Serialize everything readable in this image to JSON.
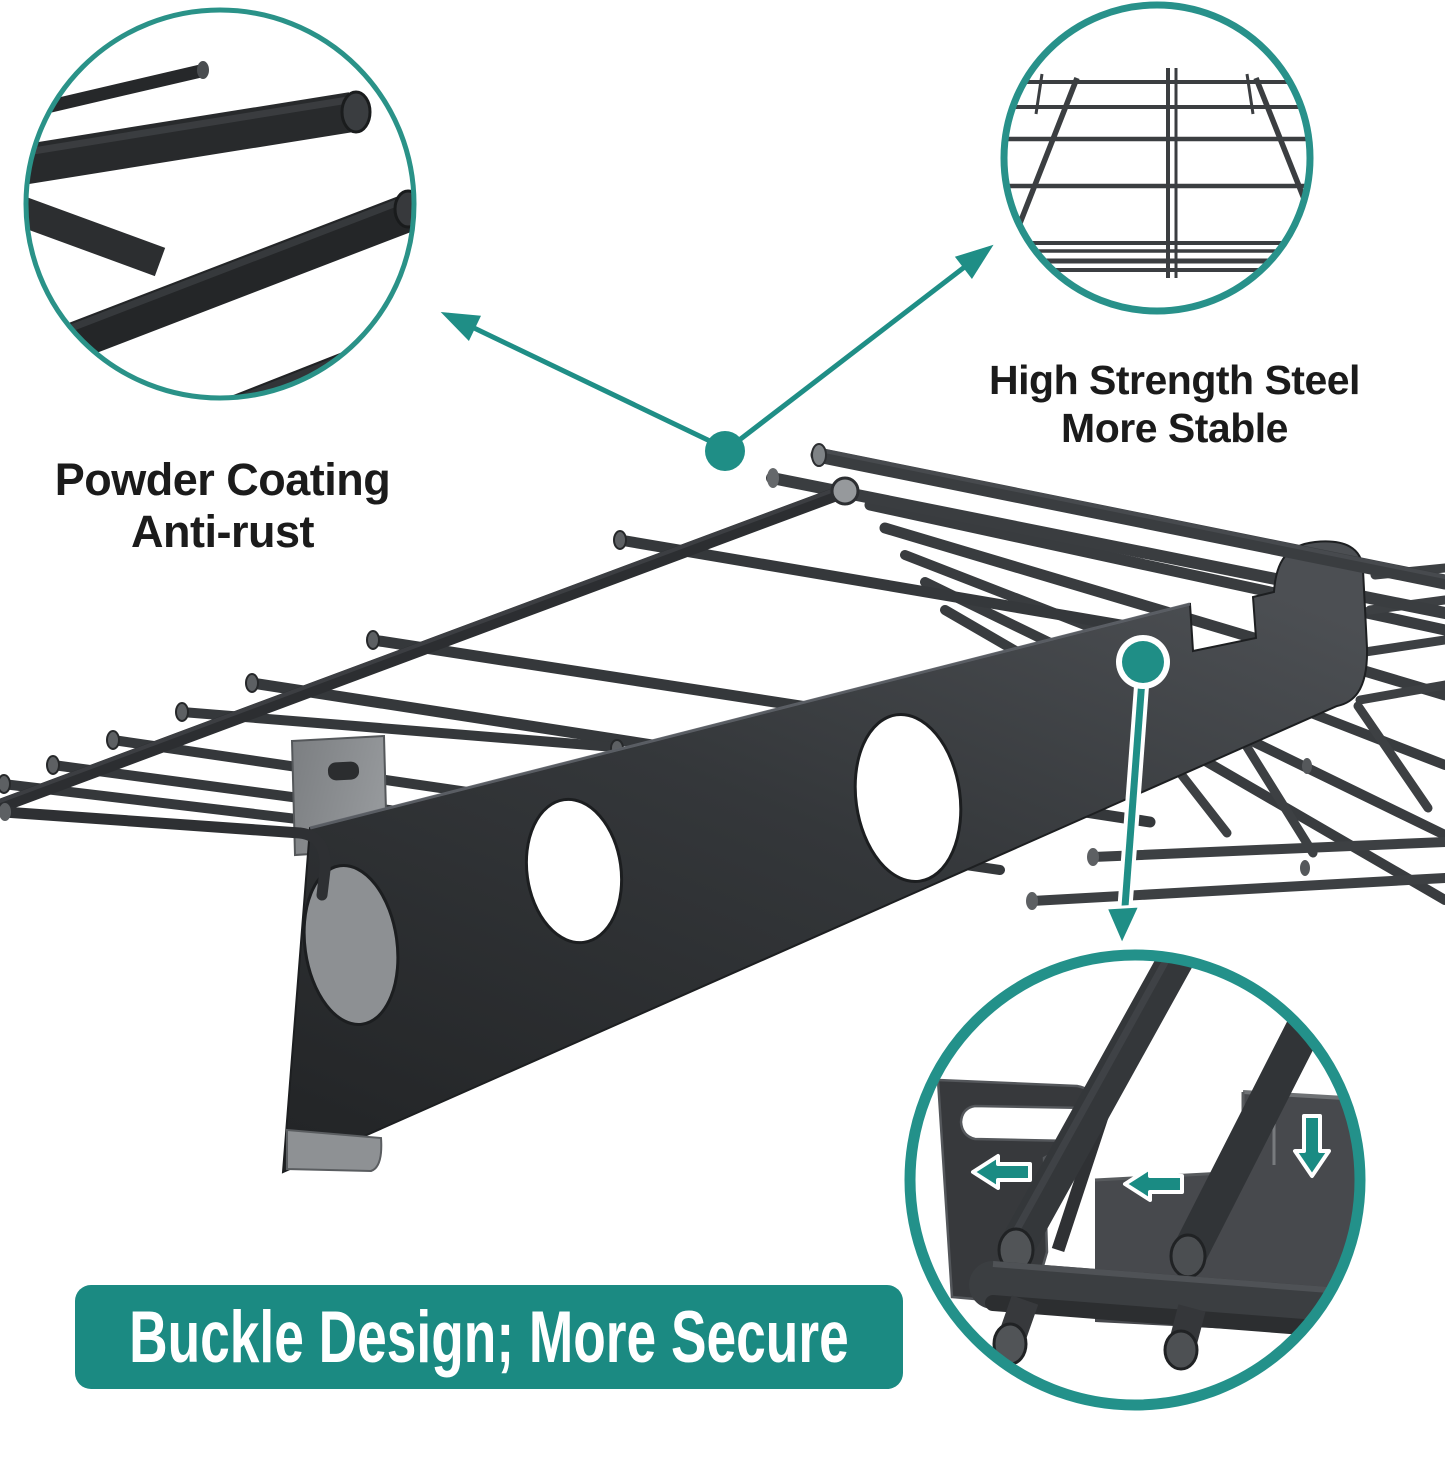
{
  "meta": {
    "kind": "product-feature-infographic",
    "product": "wall mounted wire garage shelf bracket"
  },
  "colors": {
    "teal_accent": "#1f8e86",
    "teal_ring": "#2a9288",
    "teal_banner": "#1b8a82",
    "blue_glow": "#79b1ec",
    "metal_dark": "#35383b",
    "bracket_dark": "#2a2d2f",
    "plate_gray": "#85888b",
    "label_text": "#1b1b1b",
    "background": "#ffffff"
  },
  "callouts": {
    "powder": {
      "line1": "Powder Coating",
      "line2": "Anti-rust"
    },
    "steel": {
      "line1": "High Strength Steel",
      "line2": "More Stable"
    },
    "banner": {
      "text": "Buckle Design; More Secure"
    }
  },
  "insets": {
    "top_left": {
      "name": "powder-coating-closeup",
      "shape": "circle"
    },
    "top_right": {
      "name": "high-strength-steel-grid",
      "shape": "circle"
    },
    "bottom_right": {
      "name": "buckle-design-closeup",
      "shape": "circle"
    }
  },
  "icons": [
    "callout-dot",
    "arrowhead-icon",
    "buckle-down-arrow-icon",
    "slide-left-arrow-icon",
    "insert-down-arrow-icon"
  ]
}
